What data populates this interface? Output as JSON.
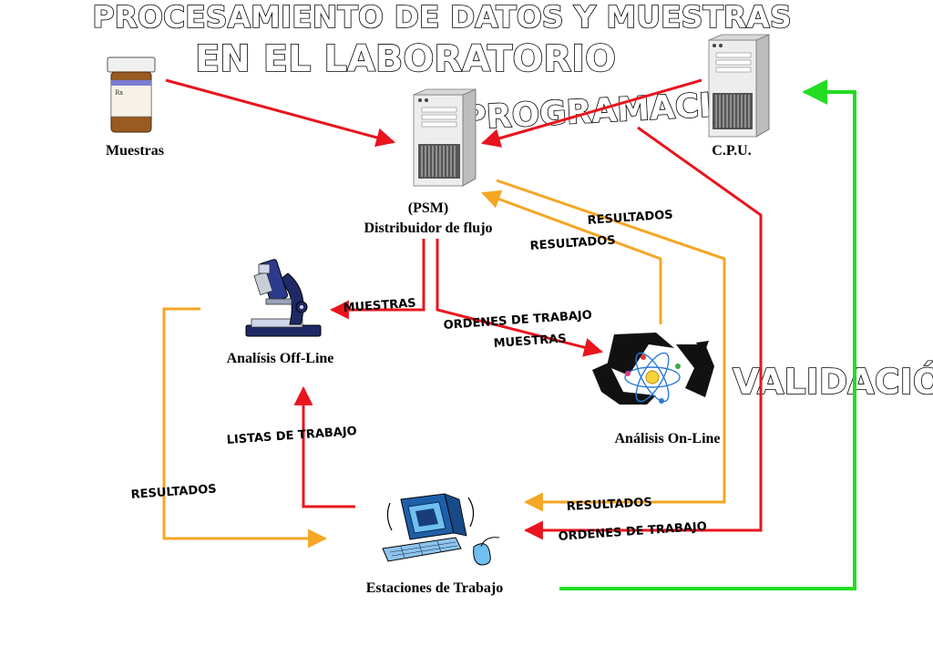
{
  "title": {
    "line1": "PROCESAMIENTO DE DATOS Y MUESTRAS",
    "line2": "EN EL LABORATORIO"
  },
  "big_labels": {
    "programacion": "PROGRAMACION",
    "validacion": "VALIDACIÓN"
  },
  "nodes": {
    "muestras": "Muestras",
    "cpu": "C.P.U.",
    "psm_line1": "(PSM)",
    "psm_line2": "Distribuidor de flujo",
    "offline": "Analísis Off-Line",
    "online": "Análisis On-Line",
    "estaciones": "Estaciones de Trabajo"
  },
  "flow_labels": {
    "resultados_1": "RESULTADOS",
    "resultados_2": "RESULTADOS",
    "muestras_1": "MUESTRAS",
    "ordenes_1": "ORDENES DE TRABAJO",
    "muestras_2": "MUESTRAS",
    "listas": "LISTAS DE TRABAJO",
    "resultados_3": "RESULTADOS",
    "resultados_4": "RESULTADOS",
    "ordenes_2": "ORDENES DE TRABAJO"
  },
  "colors": {
    "red": "#e8141e",
    "orange": "#f5a623",
    "green": "#22dd22"
  },
  "icons": {
    "muestras": "pill-bottle-icon",
    "cpu": "tower-server-icon",
    "psm": "tower-server-icon",
    "offline": "microscope-icon",
    "online": "recycle-atom-icon",
    "estaciones": "computer-workstation-icon"
  }
}
